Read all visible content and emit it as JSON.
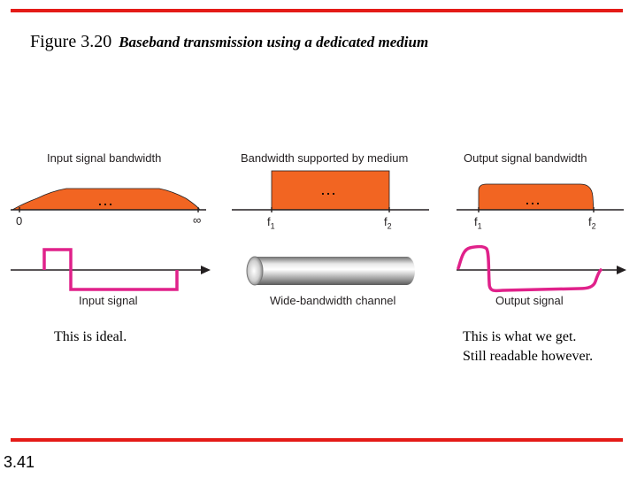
{
  "slide_title": {
    "number": "Figure 3.20",
    "caption": "Baseband transmission using a dedicated medium"
  },
  "panels": {
    "input": {
      "bandwidth_label": "Input signal bandwidth",
      "axis_start": "0",
      "axis_end": "∞",
      "ellipsis": "…",
      "signal_label": "Input signal"
    },
    "medium": {
      "bandwidth_label": "Bandwidth supported by medium",
      "f1_base": "f",
      "f1_sub": "1",
      "f2_base": "f",
      "f2_sub": "2",
      "ellipsis": "…",
      "channel_label": "Wide-bandwidth channel"
    },
    "output": {
      "bandwidth_label": "Output signal bandwidth",
      "f1_base": "f",
      "f1_sub": "1",
      "f2_base": "f",
      "f2_sub": "2",
      "ellipsis": "…",
      "signal_label": "Output signal"
    }
  },
  "notes": {
    "left": "This is ideal.",
    "right_line1": "This is what we get.",
    "right_line2": "Still readable however."
  },
  "slide_number": "3.41",
  "colors": {
    "rule": "#e41b17",
    "band_fill": "#f26522",
    "signal": "#e0218a",
    "axis": "#231f20"
  }
}
